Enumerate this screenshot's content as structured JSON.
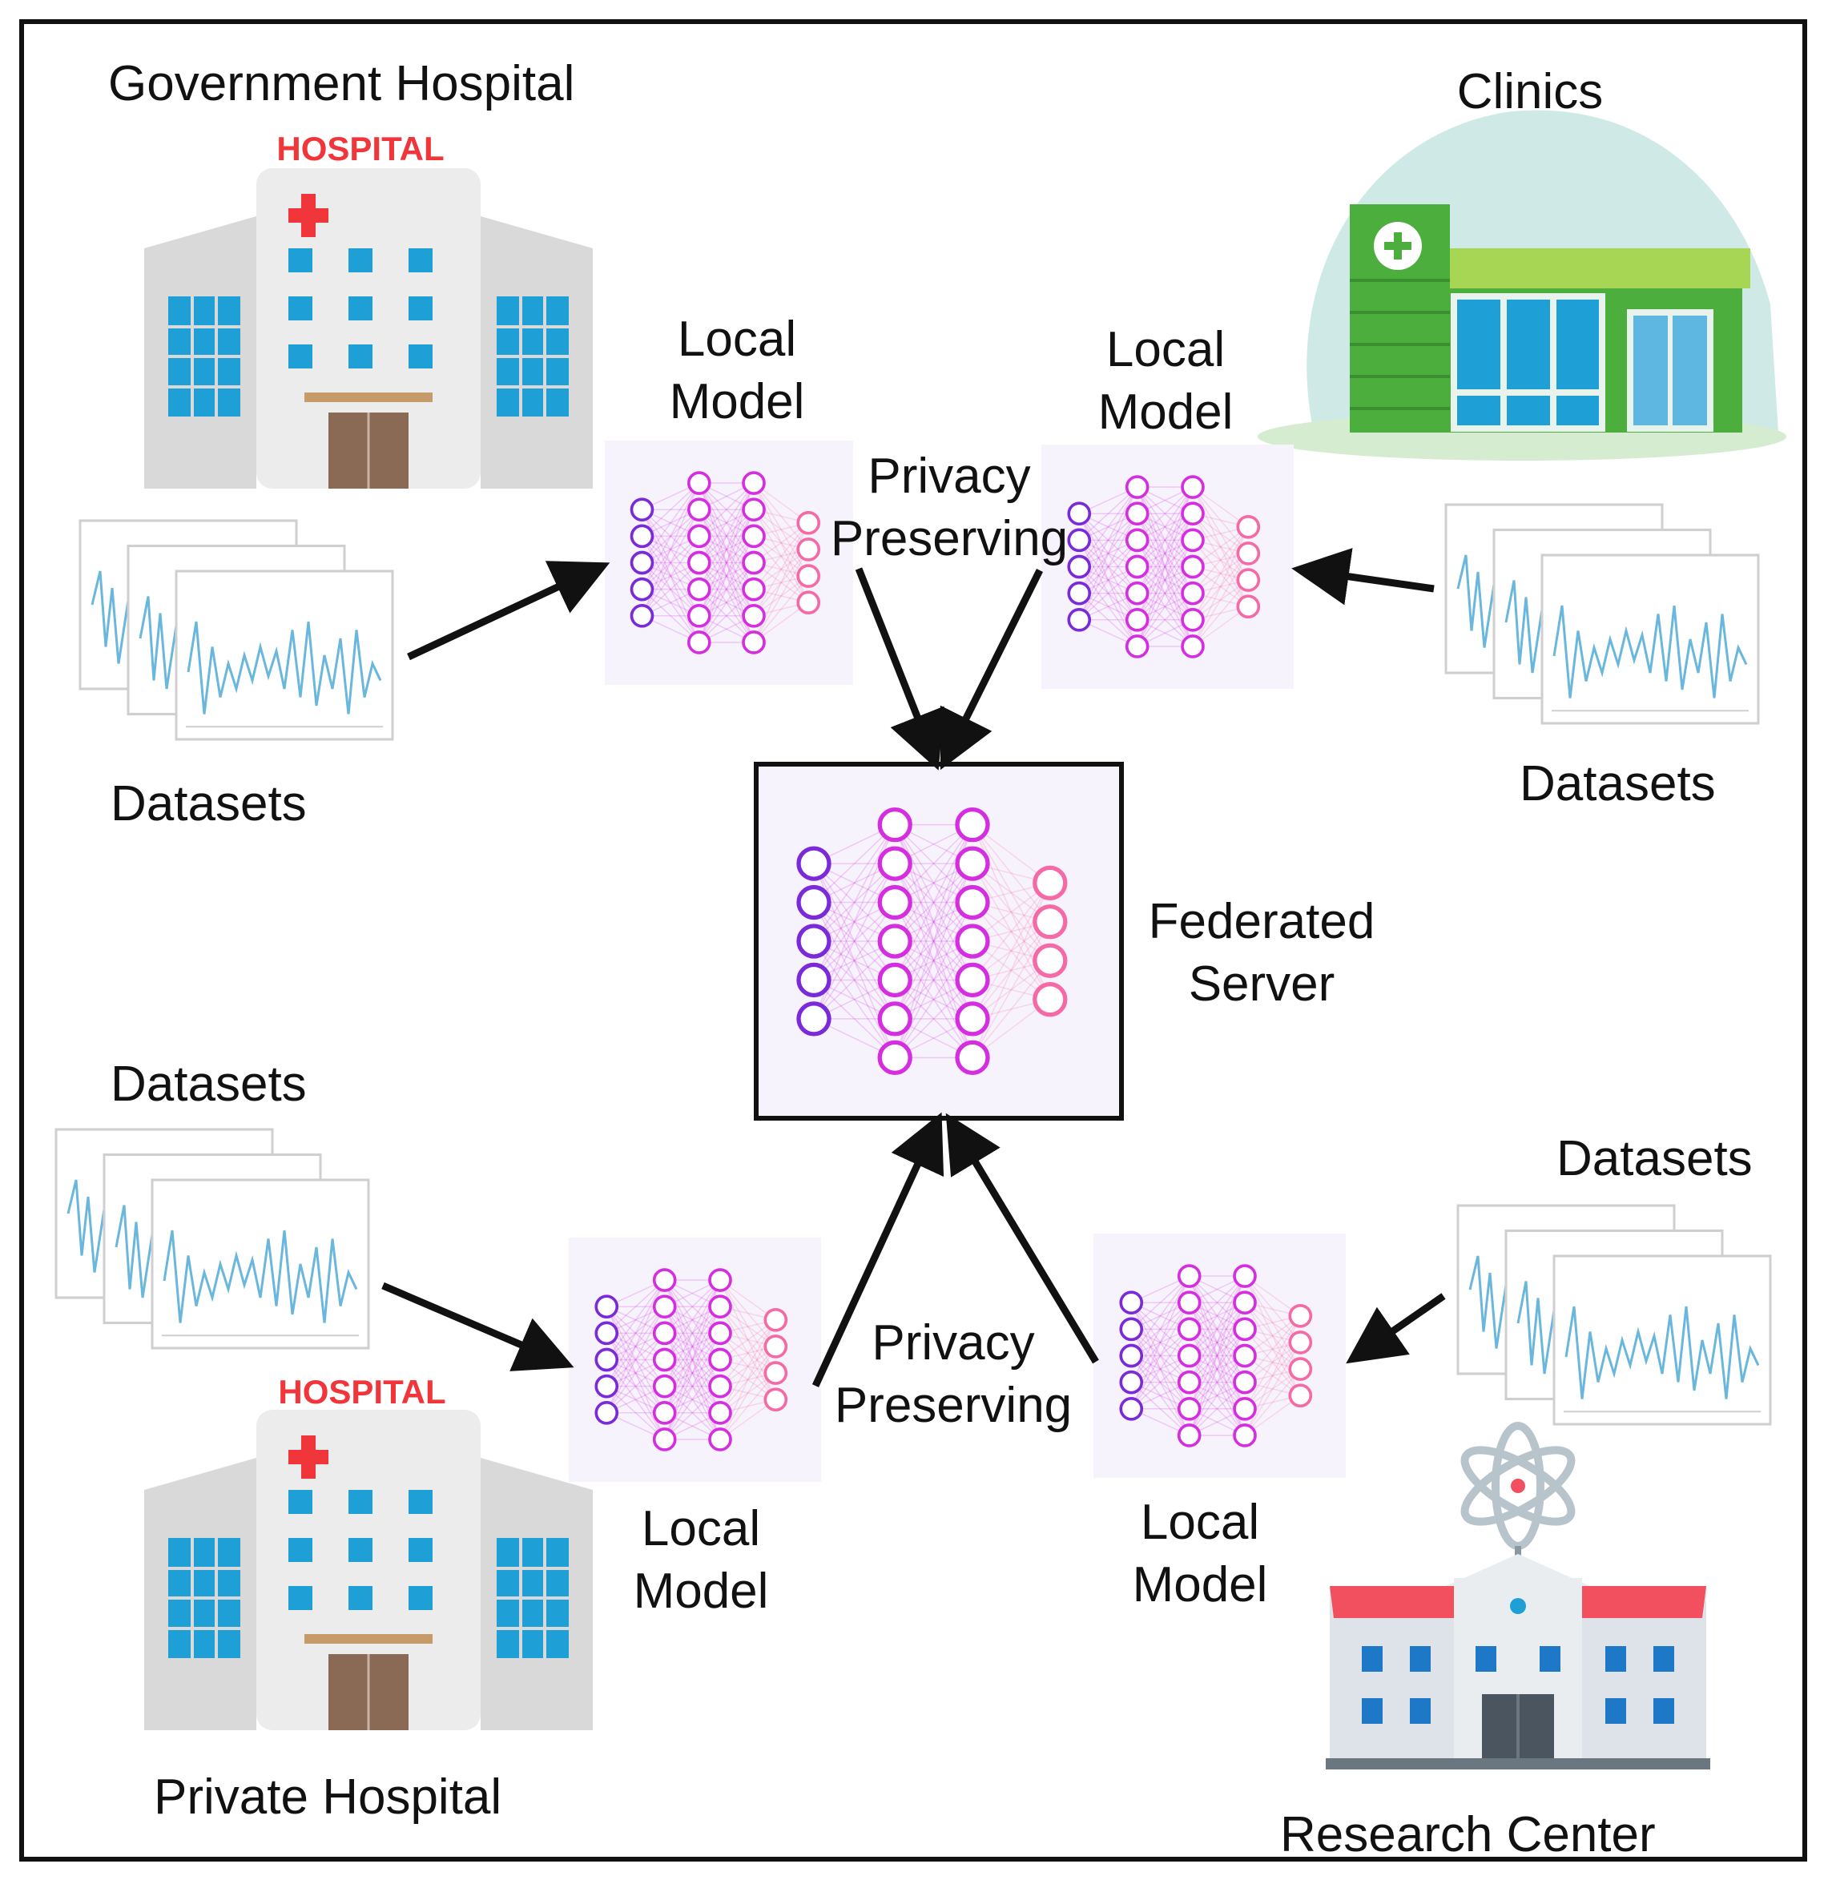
{
  "labels": {
    "gov_hospital": "Government Hospital",
    "private_hospital": "Private Hospital",
    "clinics": "Clinics",
    "research_center": "Research Center",
    "hospital_sign": "HOSPITAL",
    "datasets": "Datasets",
    "local_model_line1": "Local",
    "local_model_line2": "Model",
    "privacy_line1": "Privacy",
    "privacy_line2": "Preserving",
    "server_line1": "Federated",
    "server_line2": "Server"
  },
  "colors": {
    "hospital_red": "#f0363b",
    "building_grey": "#d8d8d8",
    "window_blue": "#1e9fd6",
    "clinic_green": "#4cae3c",
    "clinic_roof": "#a6d653",
    "clinic_bg": "#cfeae6",
    "research_roof": "#f2505f",
    "chart_line": "#6ab7dd",
    "nn_purple": "#7a2ad8",
    "nn_magenta": "#d52ee0",
    "nn_pink": "#f56aa6",
    "panel_bg": "#f7f3fd"
  }
}
